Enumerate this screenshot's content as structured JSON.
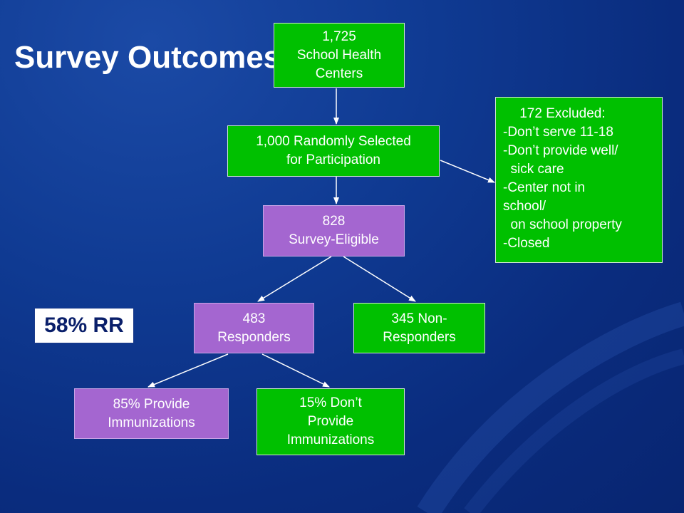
{
  "title": "Survey Outcomes",
  "nodes": {
    "total": [
      "1,725",
      "School Health",
      "Centers"
    ],
    "selected": [
      "1,000 Randomly Selected",
      "for Participation"
    ],
    "excluded": [
      "172 Excluded:",
      "-Don’t serve 11-18",
      "-Don’t provide well/",
      "  sick care",
      "-Center not in",
      "school/",
      "  on school property",
      "-Closed"
    ],
    "eligible": [
      "828",
      "Survey-Eligible"
    ],
    "responders": [
      "483",
      "Responders"
    ],
    "non_responders": [
      "345 Non-",
      "Responders"
    ],
    "provide": [
      "85% Provide",
      "Immunizations"
    ],
    "dont_provide": [
      "15% Don’t",
      "Provide",
      "Immunizations"
    ]
  },
  "response_rate": "58% RR",
  "colors": {
    "background": "#0c2f83",
    "green_box": "#00c000",
    "purple_box": "#a466d0",
    "text": "#ffffff"
  }
}
